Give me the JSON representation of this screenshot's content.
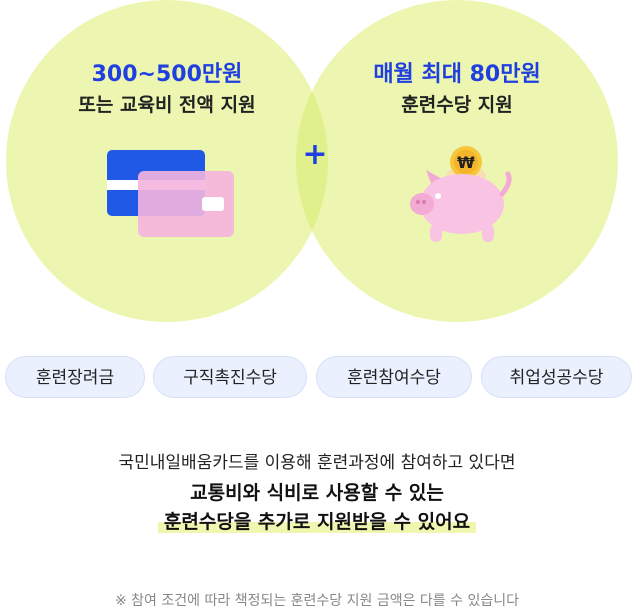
{
  "left_circle": {
    "highlight": "300~500만원",
    "subtitle": "또는 교육비 전액 지원",
    "icon": "credit-card-icon"
  },
  "right_circle": {
    "highlight": "매월 최대 80만원",
    "subtitle": "훈련수당 지원",
    "icon": "piggy-bank-icon",
    "coin_symbol": "₩"
  },
  "plus_symbol": "+",
  "pills": [
    "훈련장려금",
    "구직촉진수당",
    "훈련참여수당",
    "취업성공수당"
  ],
  "body": {
    "line1": "국민내일배움카드를 이용해 훈련과정에 참여하고 있다면",
    "line2": "교통비와 식비로 사용할 수 있는",
    "line3": "훈련수당을 추가로 지원받을 수 있어요"
  },
  "note": "※ 참여 조건에 따라 책정되는 훈련수당 지원 금액은 다를 수 있습니다",
  "colors": {
    "accent": "#1f3fe0",
    "circle": "#ecf6ac",
    "pill_bg": "#eaf0fd",
    "card_blue": "#1f59e6",
    "card_pink": "#f5b4de",
    "pig": "#f9c3e4",
    "coin": "#f7c63a"
  }
}
